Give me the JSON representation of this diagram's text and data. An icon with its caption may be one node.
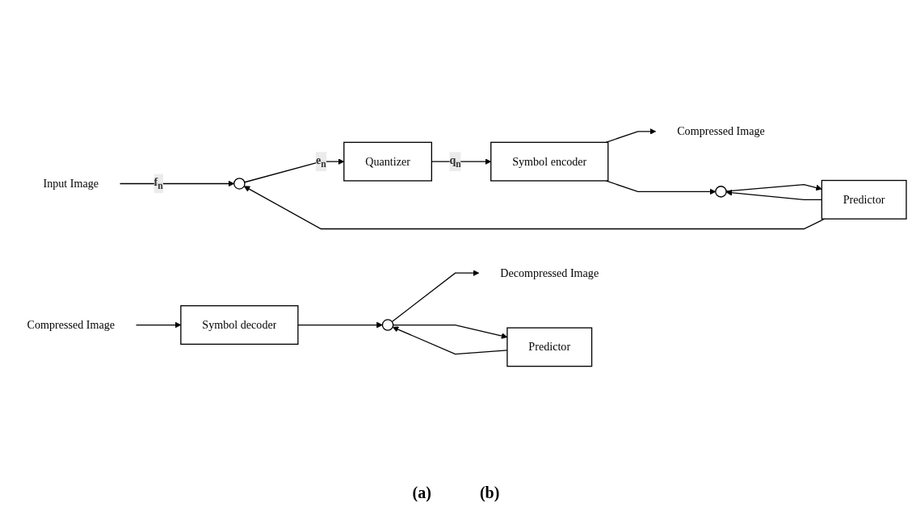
{
  "diagram": {
    "nodes": [
      {
        "text": [
          "Input Image"
        ]
      },
      {
        "text": [],
        "shape": "circle"
      },
      {
        "text": [
          "Quantizer"
        ]
      },
      {
        "text": [
          "Symbol encoder"
        ]
      },
      {
        "text": [
          "Compressed Image"
        ]
      },
      {
        "text": [],
        "shape": "circle"
      },
      {
        "text": [
          "Predictor"
        ]
      },
      {
        "text": [
          "Compressed Image"
        ]
      },
      {
        "text": [
          "Symbol decoder"
        ]
      },
      {
        "text": [],
        "shape": "circle"
      },
      {
        "text": [
          "Decompressed Image"
        ]
      },
      {
        "text": [
          "Predictor"
        ]
      }
    ],
    "edges": [
      {
        "from": 0,
        "to": 1,
        "arrow": "to",
        "label": "f$_{n}$"
      },
      {
        "from": 1,
        "to": 2,
        "arrow": "to",
        "label": "e$_{n}$"
      },
      {
        "from": 2,
        "to": 3,
        "arrow": "to",
        "label": "q$_{n}$"
      },
      {
        "from": 3,
        "to": 4,
        "arrow": "to"
      },
      {
        "from": 3,
        "to": 5,
        "arrow": "to"
      },
      {
        "from": 5,
        "to": 6,
        "arrow": "to"
      },
      {
        "from": 6,
        "to": 1,
        "arrow": "to"
      },
      {
        "from": 6,
        "to": 5,
        "arrow": "to"
      },
      {
        "from": 7,
        "to": 8,
        "arrow": "to"
      },
      {
        "from": 8,
        "to": 9,
        "arrow": "to"
      },
      {
        "from": 9,
        "to": 10,
        "arrow": "to"
      },
      {
        "from": 9,
        "to": 11,
        "arrow": "to"
      },
      {
        "from": 11,
        "to": 9,
        "arrow": "to"
      }
    ],
    "labels": [
      "(a)",
      "(b)"
    ]
  }
}
